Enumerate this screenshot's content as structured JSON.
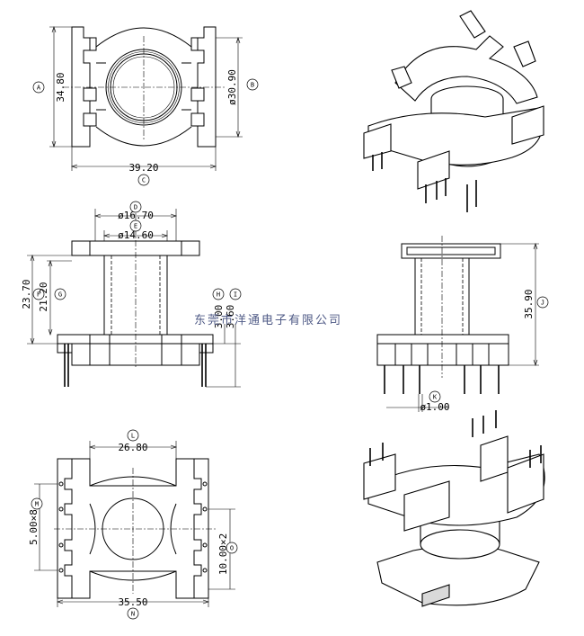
{
  "watermark": "东莞市洋通电子有限公司",
  "dimensions": {
    "A": "34.80",
    "B": "ø30.90",
    "C": "39.20",
    "D": "ø16.70",
    "E": "ø14.60",
    "F": "23.70",
    "G": "21.20",
    "H": "3.00",
    "I": "3.60",
    "J": "35.90",
    "K": "ø1.00",
    "L": "26.80",
    "M": "5.00×8",
    "N": "35.50",
    "O": "10.00×2"
  },
  "labels": [
    "A",
    "B",
    "C",
    "D",
    "E",
    "F",
    "G",
    "H",
    "I",
    "J",
    "K",
    "L",
    "M",
    "N",
    "O"
  ]
}
